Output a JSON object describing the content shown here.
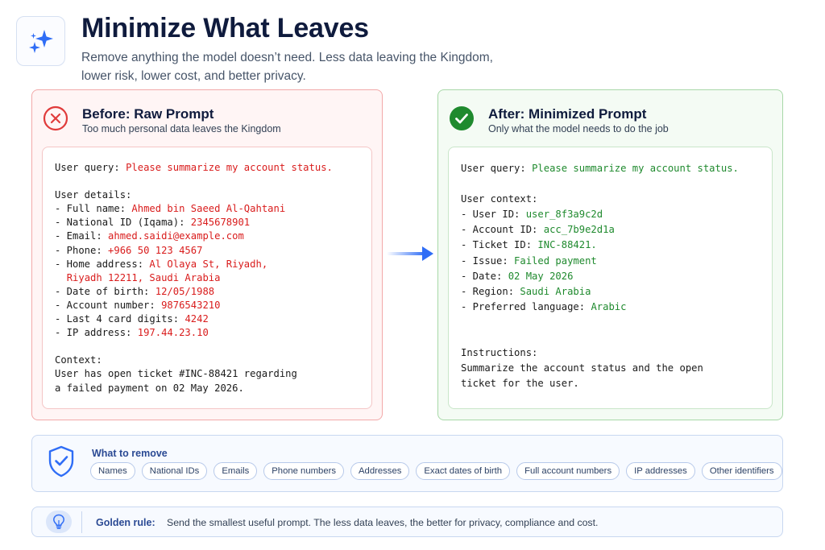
{
  "header": {
    "title": "Minimize What Leaves",
    "subtitle": "Remove anything the model doesn’t need. Less data leaving the Kingdom, lower risk, lower cost, and better privacy.",
    "icon": "sparkles-icon"
  },
  "before": {
    "title": "Before: Raw Prompt",
    "subtitle": "Too much personal data leaves the Kingdom",
    "icon": "x-circle-icon",
    "accent": "#e03b3b",
    "lines": [
      [
        {
          "t": "User query: "
        },
        {
          "t": "Please summarize my account status.",
          "c": "red"
        }
      ],
      [],
      [
        {
          "t": "User details:"
        }
      ],
      [
        {
          "t": "- Full name: "
        },
        {
          "t": "Ahmed bin Saeed Al-Qahtani",
          "c": "red"
        }
      ],
      [
        {
          "t": "- National ID (Iqama): "
        },
        {
          "t": "2345678901",
          "c": "red"
        }
      ],
      [
        {
          "t": "- Email: "
        },
        {
          "t": "ahmed.saidi@example.com",
          "c": "red"
        }
      ],
      [
        {
          "t": "- Phone: "
        },
        {
          "t": "+966 50 123 4567",
          "c": "red"
        }
      ],
      [
        {
          "t": "- Home address: "
        },
        {
          "t": "Al Olaya St, Riyadh,",
          "c": "red"
        }
      ],
      [
        {
          "t": "  "
        },
        {
          "t": "Riyadh 12211, Saudi Arabia",
          "c": "red"
        }
      ],
      [
        {
          "t": "- Date of birth: "
        },
        {
          "t": "12/05/1988",
          "c": "red"
        }
      ],
      [
        {
          "t": "- Account number: "
        },
        {
          "t": "9876543210",
          "c": "red"
        }
      ],
      [
        {
          "t": "- Last 4 card digits: "
        },
        {
          "t": "4242",
          "c": "red"
        }
      ],
      [
        {
          "t": "- IP address: "
        },
        {
          "t": "197.44.23.10",
          "c": "red"
        }
      ],
      [],
      [
        {
          "t": "Context:"
        }
      ],
      [
        {
          "t": "User has open ticket #INC-88421 regarding"
        }
      ],
      [
        {
          "t": "a failed payment on 02 May 2026."
        }
      ]
    ]
  },
  "after": {
    "title": "After: Minimized Prompt",
    "subtitle": "Only what the model needs to do the job",
    "icon": "check-circle-icon",
    "accent": "#1f8a2e",
    "lines": [
      [
        {
          "t": "User query: "
        },
        {
          "t": "Please summarize my account status.",
          "c": "green"
        }
      ],
      [],
      [
        {
          "t": "User context:"
        }
      ],
      [
        {
          "t": "- User ID: "
        },
        {
          "t": "user_8f3a9c2d",
          "c": "green"
        }
      ],
      [
        {
          "t": "- Account ID: "
        },
        {
          "t": "acc_7b9e2d1a",
          "c": "green"
        }
      ],
      [
        {
          "t": "- Ticket ID: "
        },
        {
          "t": "INC-88421.",
          "c": "green"
        }
      ],
      [
        {
          "t": "- Issue: "
        },
        {
          "t": "Failed payment",
          "c": "green"
        }
      ],
      [
        {
          "t": "- Date: "
        },
        {
          "t": "02 May 2026",
          "c": "green"
        }
      ],
      [
        {
          "t": "- Region: "
        },
        {
          "t": "Saudi Arabia",
          "c": "green"
        }
      ],
      [
        {
          "t": "- Preferred language: "
        },
        {
          "t": "Arabic",
          "c": "green"
        }
      ],
      [],
      [],
      [
        {
          "t": "Instructions:"
        }
      ],
      [
        {
          "t": "Summarize the account status and the open"
        }
      ],
      [
        {
          "t": "ticket for the user."
        }
      ]
    ]
  },
  "remove": {
    "title": "What to remove",
    "icon": "shield-check-icon",
    "chips": [
      "Names",
      "National IDs",
      "Emails",
      "Phone numbers",
      "Addresses",
      "Exact dates of birth",
      "Full account numbers",
      "IP addresses",
      "Other identifiers"
    ]
  },
  "rule": {
    "icon": "lightbulb-icon",
    "label": "Golden rule:",
    "text": "Send the smallest useful prompt. The less data leaves, the better for privacy, compliance and cost."
  }
}
